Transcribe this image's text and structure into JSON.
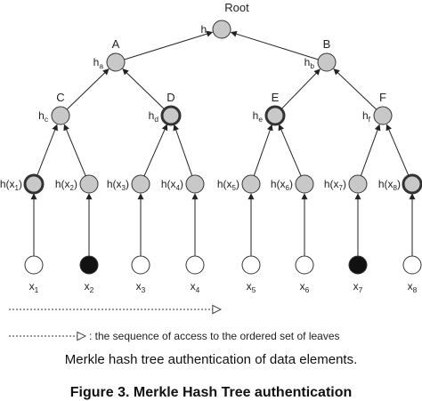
{
  "root": {
    "label": "Root",
    "hash": "h"
  },
  "internal_nodes": [
    {
      "id": "r",
      "letter": "",
      "hash": "h",
      "sub": "r",
      "bold": false
    },
    {
      "id": "a",
      "letter": "A",
      "hash": "h",
      "sub": "a",
      "bold": false
    },
    {
      "id": "b",
      "letter": "B",
      "hash": "h",
      "sub": "b",
      "bold": false
    },
    {
      "id": "c",
      "letter": "C",
      "hash": "h",
      "sub": "c",
      "bold": false
    },
    {
      "id": "d",
      "letter": "D",
      "hash": "h",
      "sub": "d",
      "bold": true
    },
    {
      "id": "e",
      "letter": "E",
      "hash": "h",
      "sub": "e",
      "bold": true
    },
    {
      "id": "f",
      "letter": "F",
      "hash": "h",
      "sub": "f",
      "bold": false
    }
  ],
  "hash_leaves": [
    {
      "label": "h(x",
      "sub": "1",
      "bold": true
    },
    {
      "label": "h(x",
      "sub": "2",
      "bold": false
    },
    {
      "label": "h(x",
      "sub": "3",
      "bold": false
    },
    {
      "label": "h(x",
      "sub": "4",
      "bold": false
    },
    {
      "label": "h(x",
      "sub": "5",
      "bold": false
    },
    {
      "label": "h(x",
      "sub": "6",
      "bold": false
    },
    {
      "label": "h(x",
      "sub": "7",
      "bold": false
    },
    {
      "label": "h(x",
      "sub": "8",
      "bold": true
    }
  ],
  "data_leaves": [
    {
      "label": "x",
      "sub": "1",
      "filled": false
    },
    {
      "label": "x",
      "sub": "2",
      "filled": true
    },
    {
      "label": "x",
      "sub": "3",
      "filled": false
    },
    {
      "label": "x",
      "sub": "4",
      "filled": false
    },
    {
      "label": "x",
      "sub": "5",
      "filled": false
    },
    {
      "label": "x",
      "sub": "6",
      "filled": false
    },
    {
      "label": "x",
      "sub": "7",
      "filled": true
    },
    {
      "label": "x",
      "sub": "8",
      "filled": false
    }
  ],
  "legend": {
    "text": ": the sequence of access to the ordered set of leaves"
  },
  "caption": "Merkle hash tree authentication of data elements.",
  "figure_title": "Figure 3. Merkle Hash Tree authentication",
  "colors": {
    "node_fill": "#c8c8c8",
    "stroke": "#333333",
    "filled_leaf": "#111111"
  }
}
